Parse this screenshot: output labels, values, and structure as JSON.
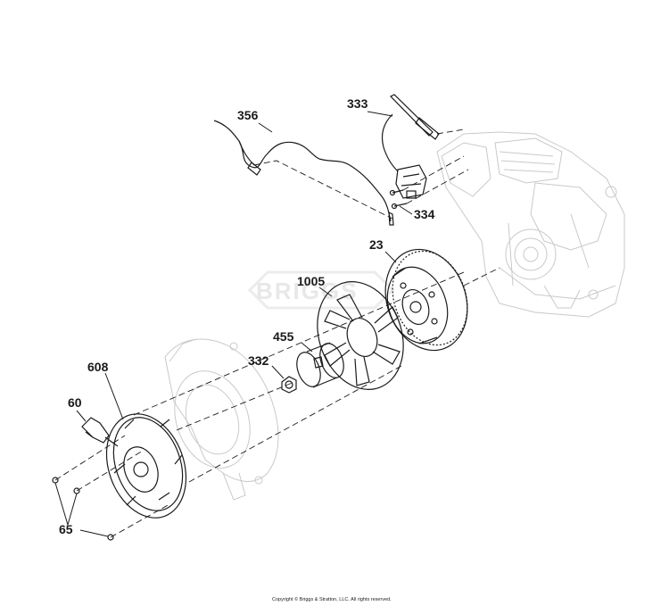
{
  "watermark": "BRIGGS",
  "callouts": {
    "c356": "356",
    "c333": "333",
    "c334": "334",
    "c23": "23",
    "c1005": "1005",
    "c455": "455",
    "c332": "332",
    "c608": "608",
    "c60": "60",
    "c65": "65"
  },
  "copyright": "Copyright © Briggs & Stratton, LLC. All rights reserved.",
  "colors": {
    "ink": "#1b1b1b",
    "ghost": "#c9c9c9",
    "watermark": "#e8e8e8"
  }
}
